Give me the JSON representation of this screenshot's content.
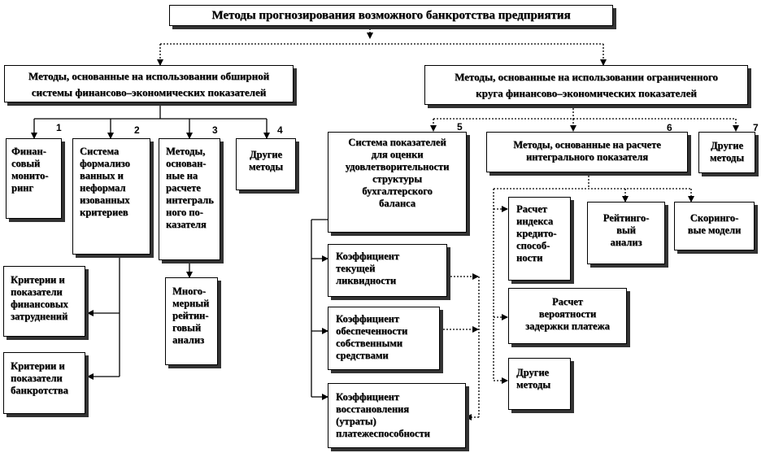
{
  "title": "Методы прогнозирования возможного банкротства  предприятия",
  "left_group": {
    "label_1": "Методы, основанные на использовании обширной",
    "label_2": "системы  финансово–экономических  показателей",
    "items": [
      {
        "number": "1",
        "lines": [
          "Финан-",
          "совый",
          "монито-",
          "ринг"
        ]
      },
      {
        "number": "2",
        "lines": [
          "Система",
          "формализо",
          "ванных и",
          "неформал",
          "изованных",
          "критериев"
        ]
      },
      {
        "number": "3",
        "lines": [
          "Методы,",
          "основан-",
          "ные на",
          "расчете",
          "интеграль",
          "ного  по-",
          "казателя"
        ]
      },
      {
        "number": "4",
        "lines": [
          "Другие",
          "методы"
        ]
      }
    ],
    "sub_criteria": [
      {
        "lines": [
          "Критерии и",
          "показатели",
          "финансовых",
          "затруднений"
        ]
      },
      {
        "lines": [
          "Критерии  и",
          "показатели",
          "банкротства"
        ]
      }
    ],
    "rating": {
      "lines": [
        "Много-",
        "мерный",
        "рейтин-",
        "говый",
        "анализ"
      ]
    }
  },
  "right_group": {
    "label_1": "Методы, основанные на использовании ограниченного",
    "label_2": "круга  финансово–экономических  показателей",
    "items": [
      {
        "number": "5",
        "lines": [
          "Система показателей",
          "для оценки",
          "удовлетворительности",
          "структуры",
          "бухгалтерского",
          "баланса"
        ]
      },
      {
        "number": "6",
        "lines": [
          "Методы, основанные на расчете",
          "интегрального  показателя"
        ]
      },
      {
        "number": "7",
        "lines": [
          "Другие",
          "методы"
        ]
      }
    ],
    "coefficients": [
      {
        "lines": [
          "Коэффициент",
          "текущей",
          "ликвидности"
        ]
      },
      {
        "lines": [
          "Коэффициент",
          "обеспеченности",
          "собственными",
          "средствами"
        ]
      },
      {
        "lines": [
          "Коэффициент",
          "восстановления",
          "(утраты)",
          "платежеспособности"
        ]
      }
    ],
    "integral_methods": [
      {
        "lines": [
          "Расчет",
          "индекса",
          "кредито-",
          "способ-",
          "ности"
        ]
      },
      {
        "lines": [
          "Рейтинго-",
          "вый",
          "анализ"
        ]
      },
      {
        "lines": [
          "Скоринго-",
          "вые модели"
        ]
      },
      {
        "lines": [
          "Расчет",
          "вероятности",
          "задержки платежа"
        ]
      },
      {
        "lines": [
          "Другие",
          "методы"
        ]
      }
    ]
  }
}
